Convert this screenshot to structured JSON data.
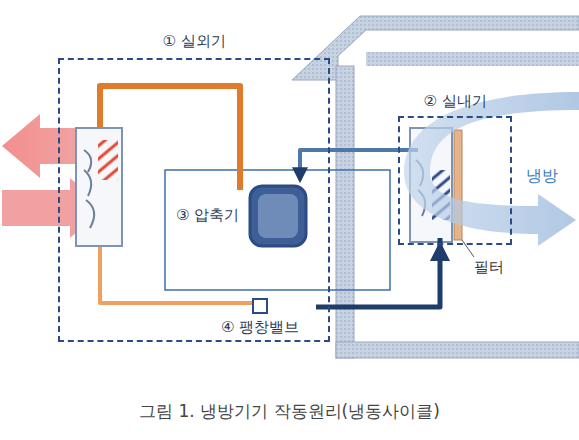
{
  "diagram": {
    "caption": "그림 1. 냉방기기 작동원리(냉동사이클)",
    "nodes": [
      {
        "text": [
          "① 실외기"
        ]
      },
      {
        "text": [
          "② 실내기"
        ]
      },
      {
        "text": [
          "③ 압축기"
        ],
        "in": 0
      },
      {
        "text": [
          "④ 팽창밸브"
        ],
        "in": 0
      }
    ],
    "edges": [
      {
        "from": 3,
        "to": 1,
        "arrow": "to"
      },
      {
        "from": 1,
        "to": 2,
        "arrow": "to"
      }
    ],
    "labels": [
      "냉방",
      "필터"
    ]
  }
}
